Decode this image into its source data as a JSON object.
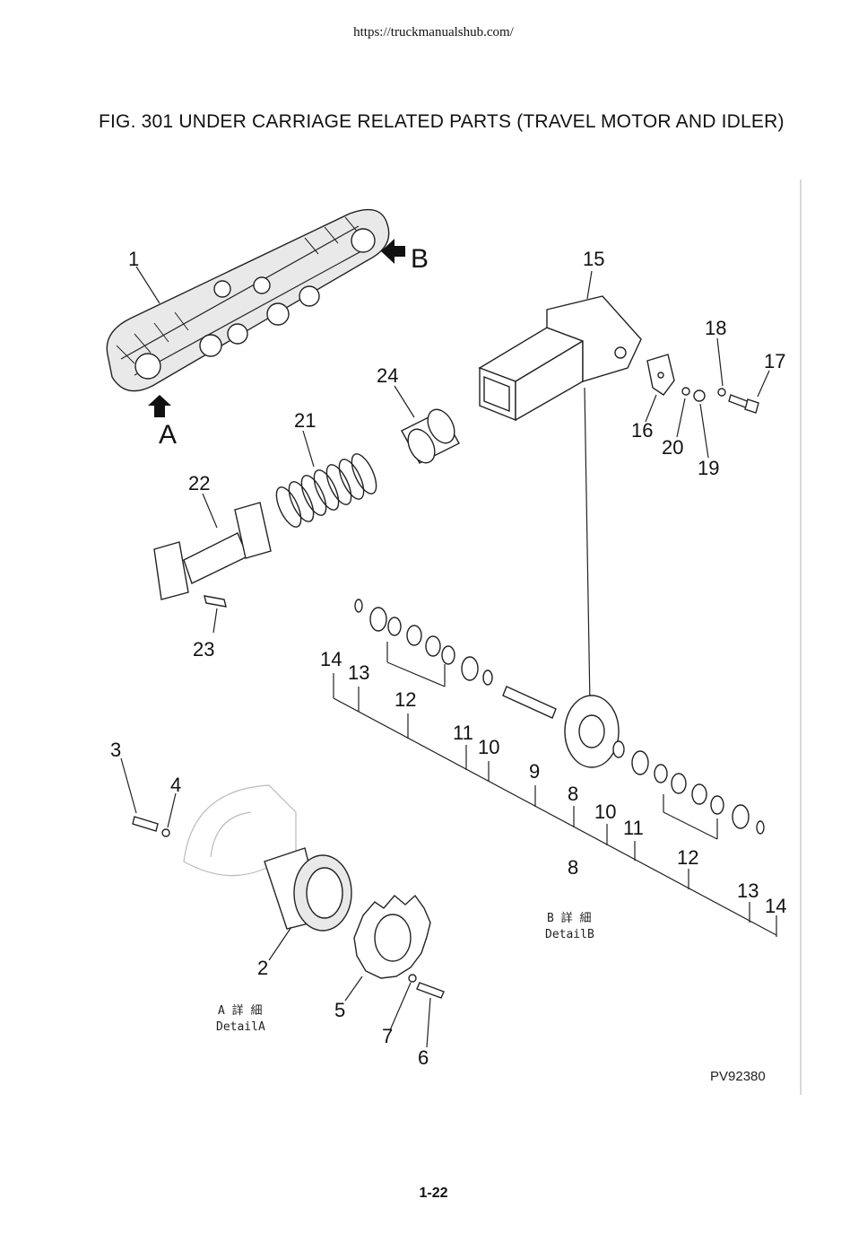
{
  "header": {
    "url": "https://truckmanualshub.com/"
  },
  "figure": {
    "title": "FIG. 301 UNDER CARRIAGE RELATED PARTS (TRAVEL MOTOR AND IDLER)",
    "reference_code": "PV92380",
    "view_labels": {
      "a": "A",
      "b": "B"
    },
    "detail_a": {
      "jp": "A 詳 細",
      "en": "DetailA"
    },
    "detail_b": {
      "jp": "B 詳 細",
      "en": "DetailB"
    },
    "callouts": {
      "c1": "1",
      "c2": "2",
      "c3": "3",
      "c4": "4",
      "c5": "5",
      "c6": "6",
      "c7": "7",
      "c8a": "8",
      "c8b": "8",
      "c9": "9",
      "c10a": "10",
      "c10b": "10",
      "c11a": "11",
      "c11b": "11",
      "c12a": "12",
      "c12b": "12",
      "c13a": "13",
      "c13b": "13",
      "c14a": "14",
      "c14b": "14",
      "c15": "15",
      "c16": "16",
      "c17": "17",
      "c18": "18",
      "c19": "19",
      "c20": "20",
      "c21": "21",
      "c22": "22",
      "c23": "23",
      "c24": "24"
    }
  },
  "footer": {
    "page_number": "1-22"
  }
}
